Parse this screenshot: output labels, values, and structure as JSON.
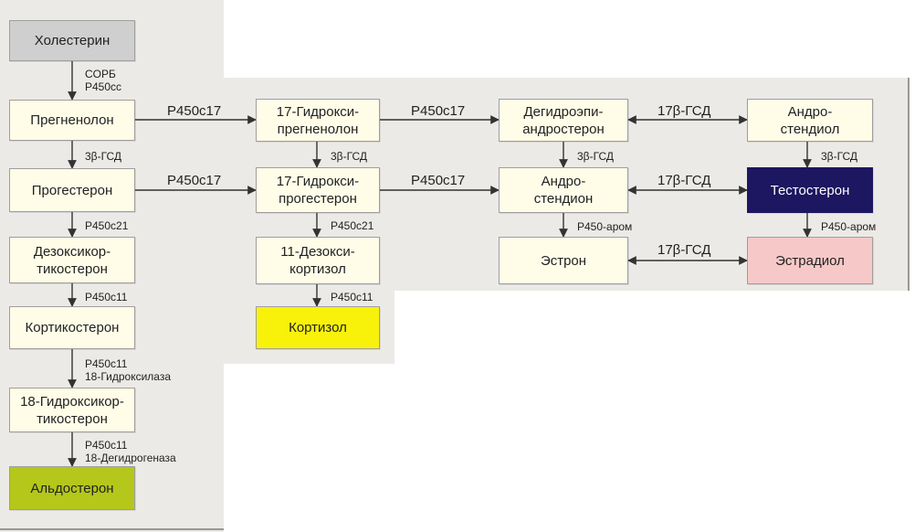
{
  "colors": {
    "box_fill": "#fffde8",
    "box_border": "#9e9e9e",
    "gray_box": "#cfcfcf",
    "cortisol": "#f8f20a",
    "aldosterone": "#b4c71a",
    "testosterone": "#1d1660",
    "estradiol": "#f7c8c8",
    "arrow": "#333333",
    "panel": "#eceae6"
  },
  "nodes": {
    "cholesterol": "Холестерин",
    "pregnenolone": "Прегненолон",
    "progesterone": "Прогестерон",
    "deoxycorticosterone": "Дезоксикор-\nтикостерон",
    "corticosterone": "Кортикостерон",
    "hydroxycorticosterone18": "18-Гидроксикор-\nтикостерон",
    "aldosterone": "Альдостерон",
    "hydroxypregnenolone17": "17-Гидрокси-\nпрегненолон",
    "hydroxyprogesterone17": "17-Гидрокси-\nпрогестерон",
    "deoxycortisol11": "11-Дезокси-\nкортизол",
    "cortisol": "Кортизол",
    "dhea": "Дегидроэпи-\nандростерон",
    "androstenedione": "Андро-\nстендион",
    "estrone": "Эстрон",
    "androstenediol": "Андро-\nстендиол",
    "testosterone": "Тестостерон",
    "estradiol": "Эстрадиол"
  },
  "labels": {
    "scc": "COPБ\nP450cc",
    "hsd_preg_prog": "3β-ГСД",
    "c21_a": "P450c21",
    "c11_a": "P450c11",
    "c11_18hydroxylase": "P450c11\n18-Гидроксилаза",
    "c11_18dehydrogenase": "P450c11\n18-Дегидрогеназа",
    "c17_preg": "P450c17",
    "c17_prog": "P450c17",
    "hsd_mid": "3β-ГСД",
    "c21_b": "P450c21",
    "c11_b": "P450c11",
    "c17_dhea": "P450c17",
    "c17_andro": "P450c17",
    "hsd_dhea_andro": "3β-ГСД",
    "arom_a": "P450-аром",
    "hsd17_top": "17β-ГСД",
    "hsd17_mid": "17β-ГСД",
    "hsd17_bot": "17β-ГСД",
    "hsd_right": "3β-ГСД",
    "arom_b": "P450-аром"
  }
}
